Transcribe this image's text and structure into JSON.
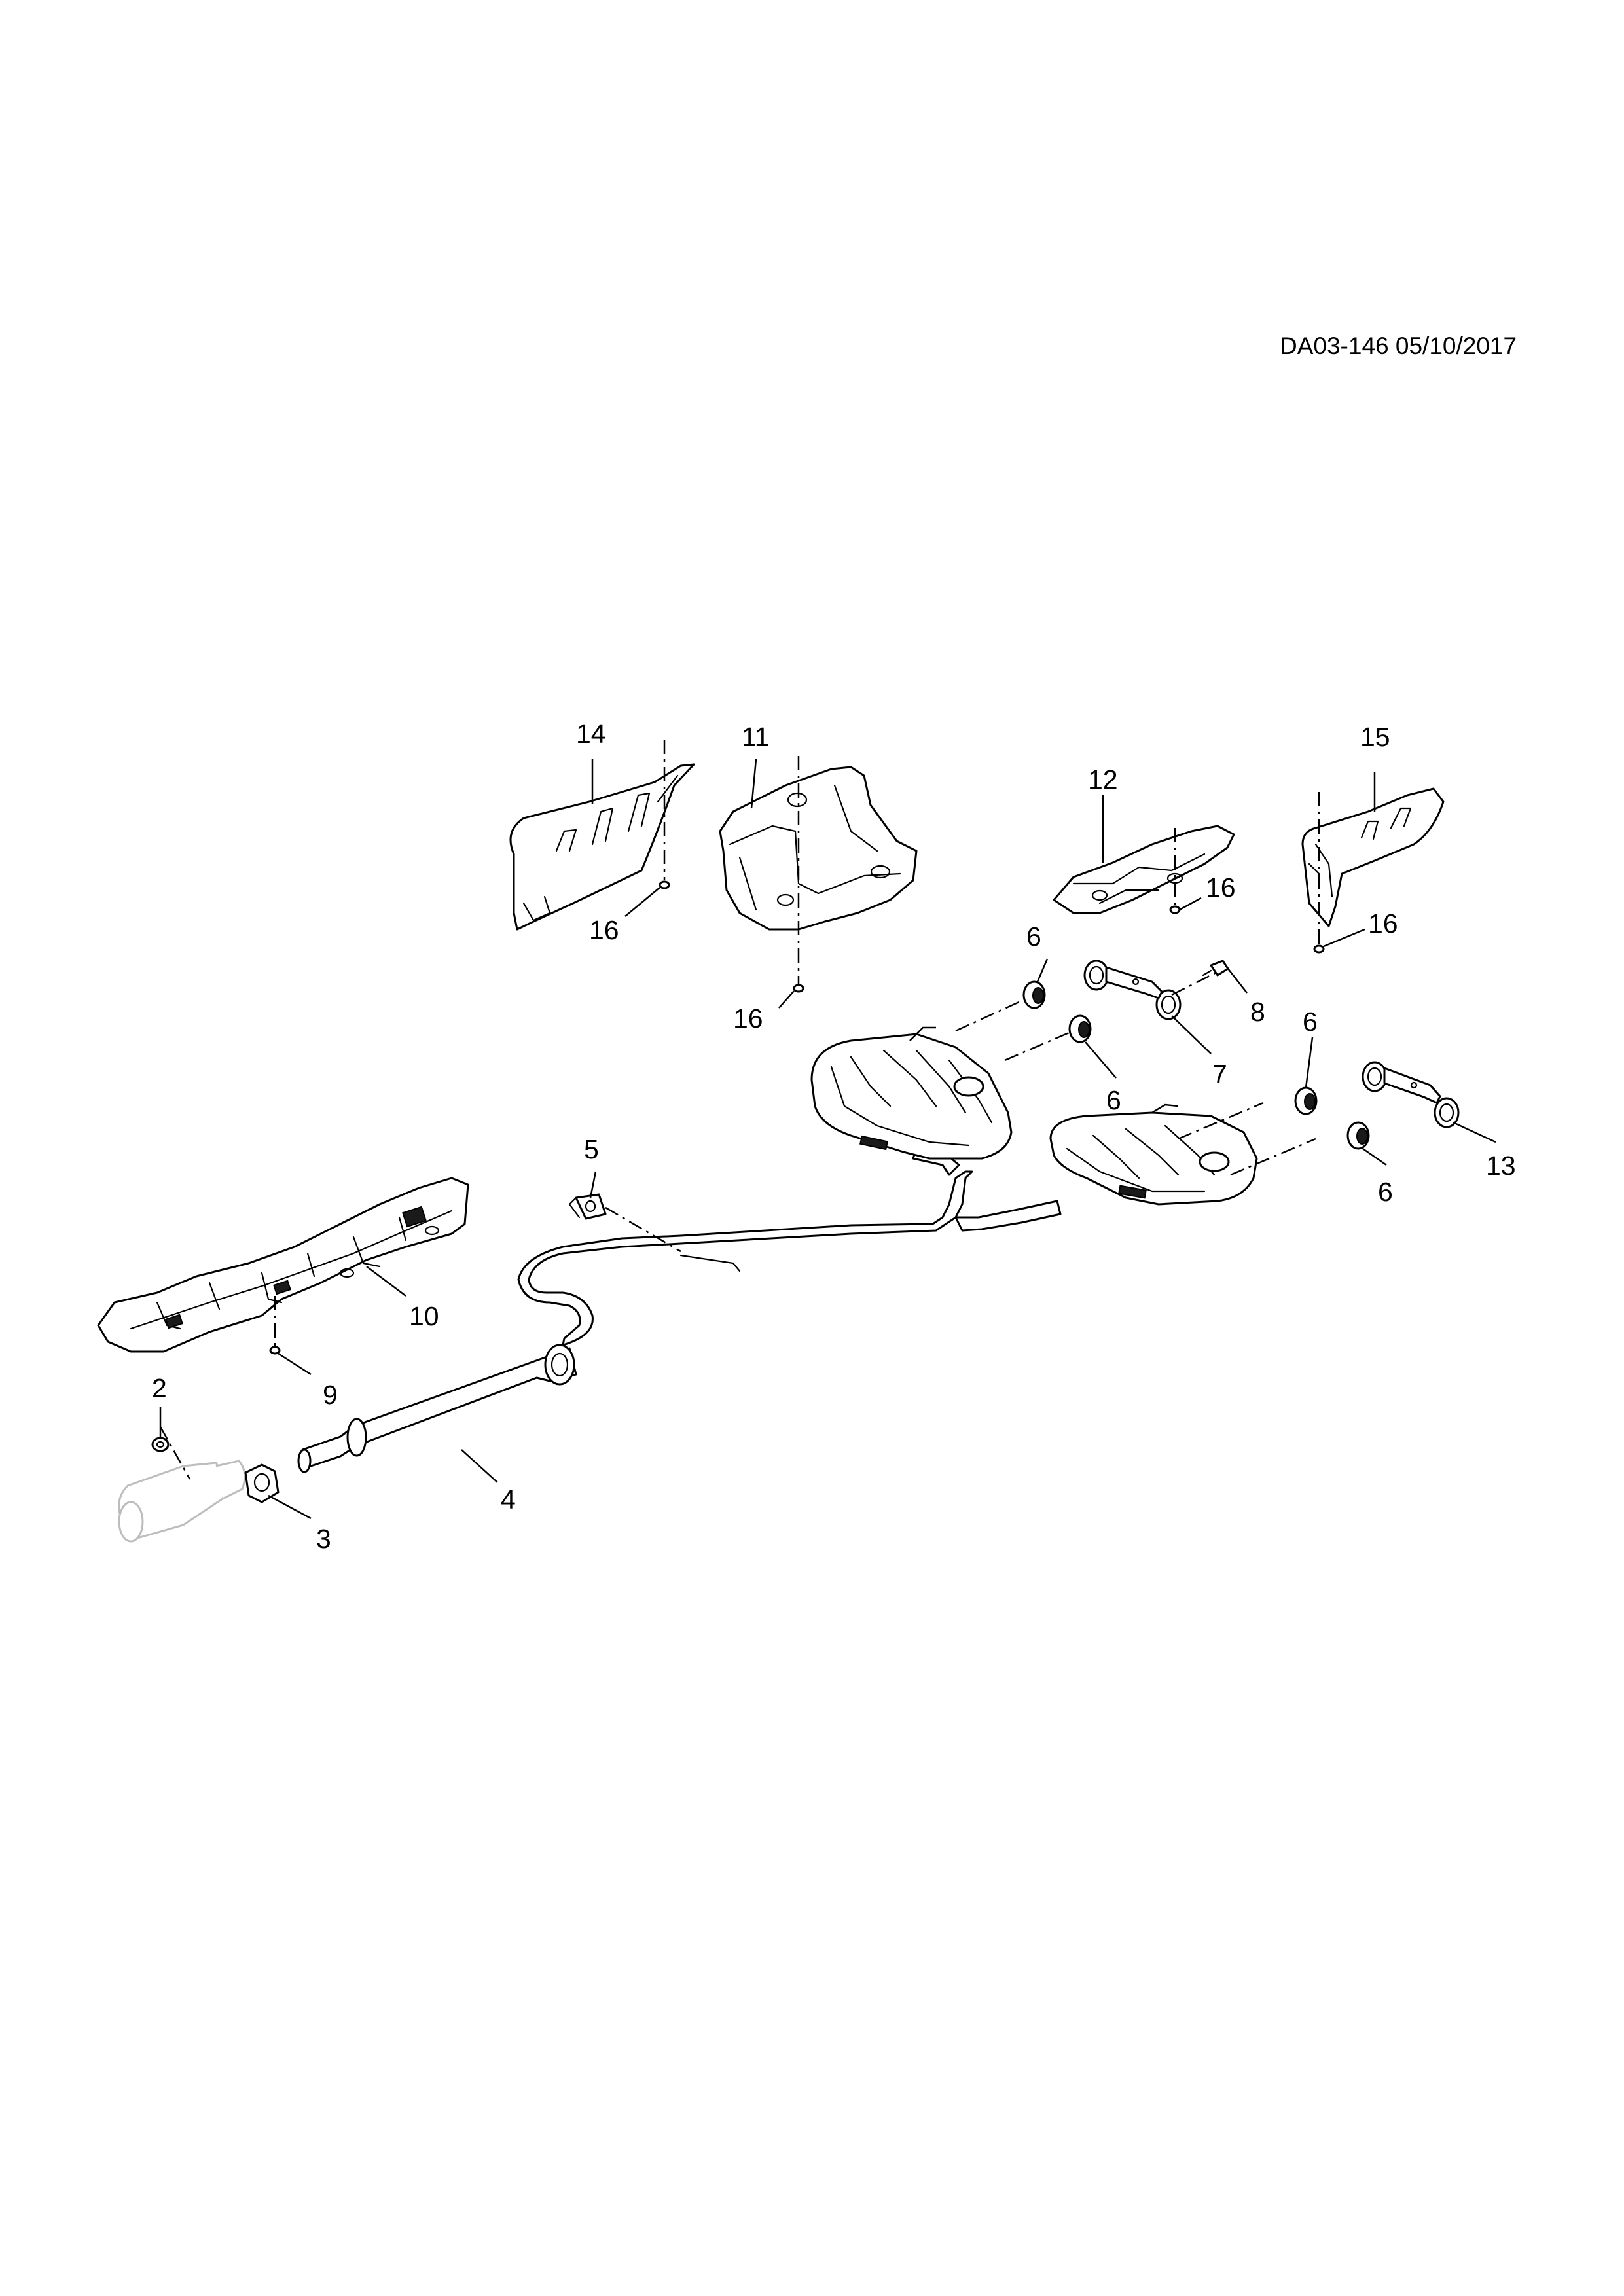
{
  "document": {
    "reference": "DA03-146 05/10/2017"
  },
  "callouts": {
    "c2": "2",
    "c3": "3",
    "c4": "4",
    "c5": "5",
    "c6a": "6",
    "c6b": "6",
    "c6c": "6",
    "c6d": "6",
    "c7": "7",
    "c8": "8",
    "c9": "9",
    "c10": "10",
    "c11": "11",
    "c12": "12",
    "c13": "13",
    "c14": "14",
    "c15": "15",
    "c16a": "16",
    "c16b": "16",
    "c16c": "16",
    "c16d": "16"
  }
}
